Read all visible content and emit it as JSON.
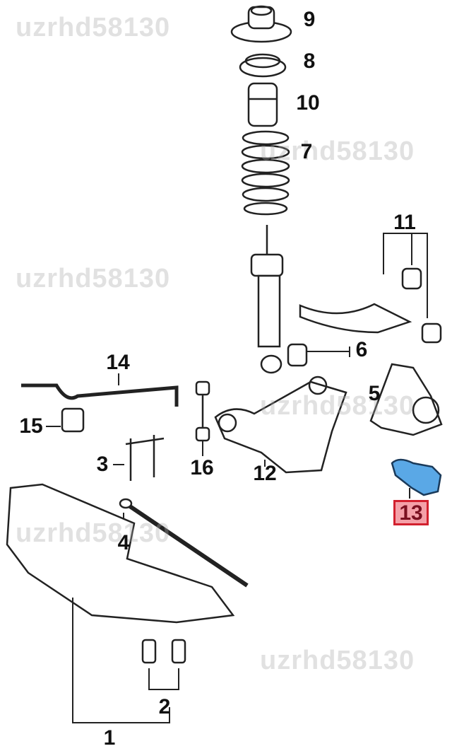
{
  "watermark": "uzrhd58130",
  "highlight_color": "#d2202e",
  "highlighted_part_color": "#5aa8e6",
  "labels": {
    "p1": "1",
    "p2": "2",
    "p3": "3",
    "p4": "4",
    "p5": "5",
    "p6": "6",
    "p7": "7",
    "p8": "8",
    "p9": "9",
    "p10": "10",
    "p11": "11",
    "p12": "12",
    "p13": "13",
    "p14": "14",
    "p15": "15",
    "p16": "16"
  }
}
